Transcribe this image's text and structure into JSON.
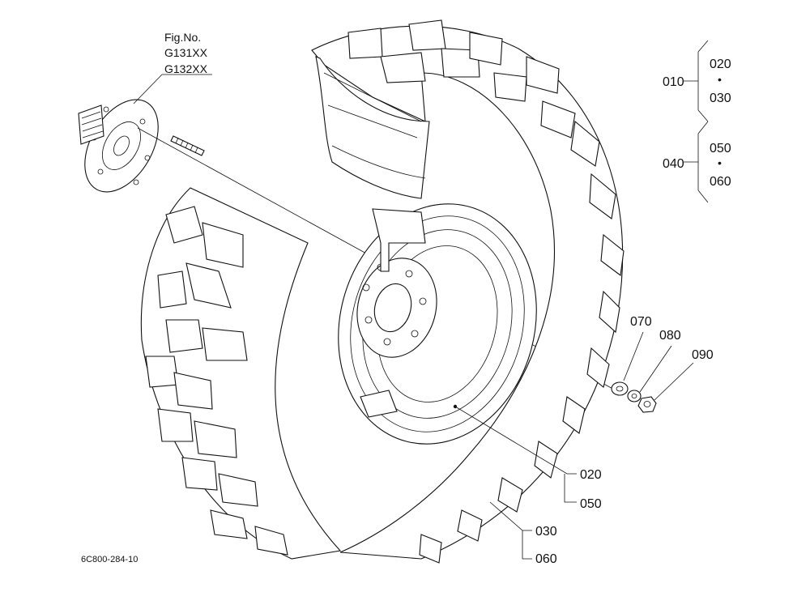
{
  "fig": {
    "heading": "Fig.No.",
    "numbers": [
      "G131XX",
      "G132XX"
    ]
  },
  "callouts": {
    "c010": "010",
    "c020a": "020",
    "c030a": "030",
    "dot1": "•",
    "c040": "040",
    "c050a": "050",
    "c060a": "060",
    "dot2": "•",
    "c070": "070",
    "c080": "080",
    "c090": "090",
    "c020b": "020",
    "c050b": "050",
    "c030b": "030",
    "c060b": "060"
  },
  "footer": {
    "drawing_code": "6C800-284-10"
  }
}
